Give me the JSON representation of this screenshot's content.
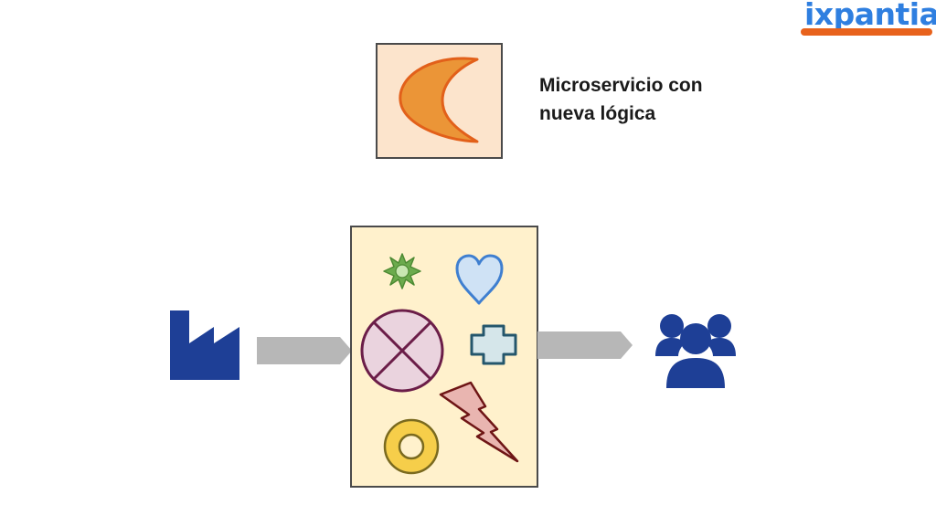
{
  "brand": {
    "name": "ixpantia"
  },
  "caption": {
    "line1": "Microservicio con",
    "line2": "nueva lógica"
  },
  "colors": {
    "navy": "#1e3f96",
    "arrow_gray": "#b7b7b7",
    "main_box_fill": "#fff1cc",
    "new_service_fill": "#fce4cc",
    "moon_fill": "#eb9537",
    "moon_stroke": "#e2601a",
    "brand_blue": "#2f7fe0",
    "brand_orange": "#e8621c"
  },
  "icons": {
    "source": "factory-icon",
    "target": "users-group-icon",
    "new_service": "crescent-moon-icon",
    "main_service_shapes": [
      "sun-icon",
      "heart-icon",
      "circle-cross-icon",
      "plus-icon",
      "lightning-icon",
      "ring-icon"
    ]
  }
}
